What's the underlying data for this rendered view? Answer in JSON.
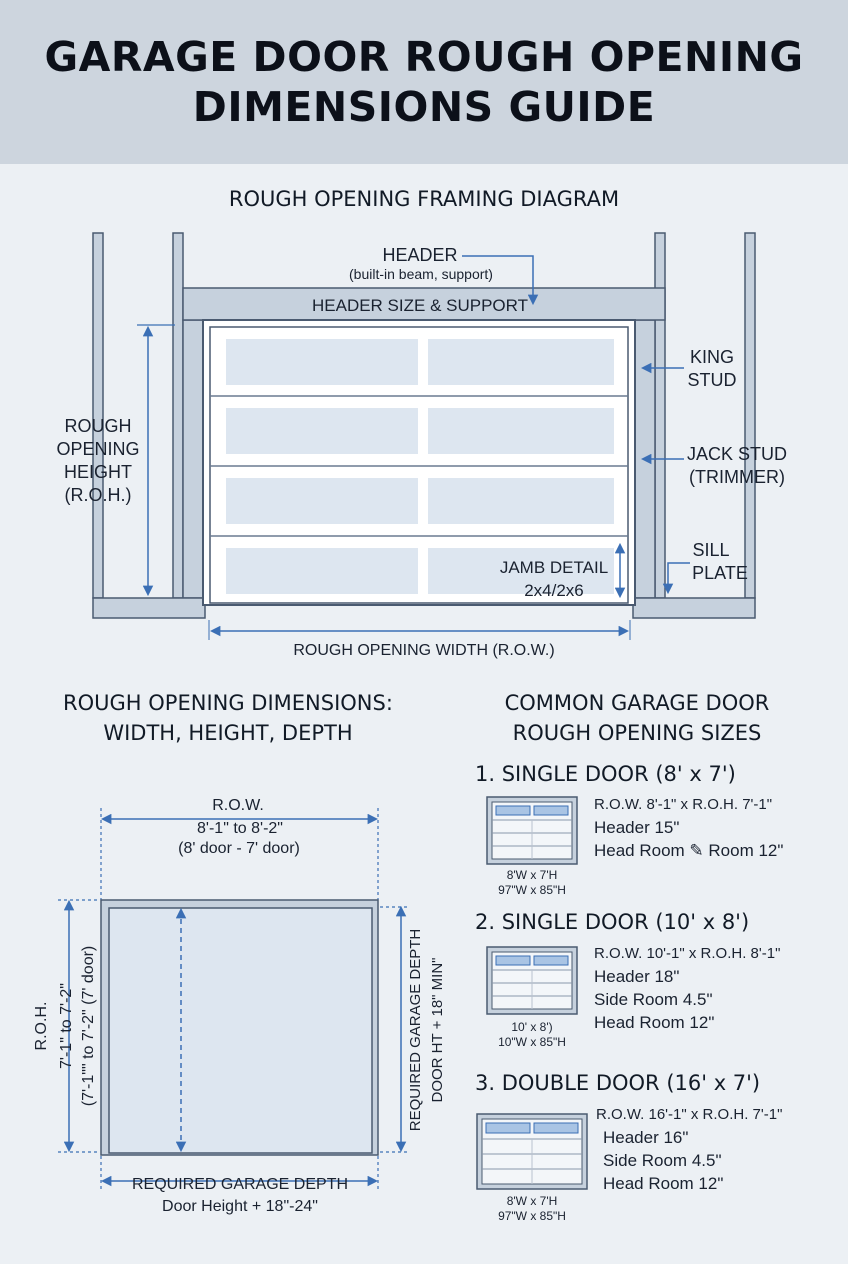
{
  "title_lines": [
    "GARAGE DOOR ROUGH OPENING",
    "DIMENSIONS GUIDE"
  ],
  "framing": {
    "heading": "ROUGH OPENING FRAMING DIAGRAM",
    "header_label": "HEADER",
    "header_sub": "(built-in beam, support)",
    "header_size": "HEADER SIZE & SUPPORT",
    "king_stud": [
      "KING",
      "STUD"
    ],
    "jack_stud": [
      "JACK STUD",
      "(TRIMMER)"
    ],
    "sill_plate": [
      "SILL",
      "PLATE"
    ],
    "jamb_detail": [
      "JAMB DETAIL",
      "2x4/2x6"
    ],
    "roh": [
      "ROUGH",
      "OPENING",
      "HEIGHT",
      "(R.O.H.)"
    ],
    "row": "ROUGH OPENING WIDTH (R.O.W.)"
  },
  "dimensions": {
    "heading_lines": [
      "ROUGH OPENING DIMENSIONS:",
      "WIDTH, HEIGHT, DEPTH"
    ],
    "row_lines": [
      "R.O.W.",
      "8'-1\" to 8'-2\"",
      "(8' door - 7' door)"
    ],
    "roh_lines": [
      "R.O.H.",
      "7'-1\" to 7'-2\"",
      "(7'-1\"\" to 7'-2\" (7' door)"
    ],
    "depth_side_lines": [
      "REQUIRED GARAGE DEPTH",
      "DOOR HT + 18\" MIN\""
    ],
    "depth_bottom_lines": [
      "REQUIRED GARAGE DEPTH",
      "Door Height + 18\"-24\""
    ]
  },
  "common": {
    "heading_lines": [
      "COMMON GARAGE DOOR",
      "ROUGH OPENING SIZES"
    ],
    "doors": [
      {
        "title": "1. SINGLE DOOR (8' x 7')",
        "specs": [
          "R.O.W. 8'-1\" x R.O.H. 7'-1\"",
          "Header 15\"",
          "Head Room ✎ Room 12\""
        ],
        "caption": [
          "8'W x 7'H",
          "97\"W x 85\"H"
        ]
      },
      {
        "title": "2. SINGLE DOOR (10' x 8')",
        "specs": [
          "R.O.W. 10'-1\" x R.O.H. 8'-1\"",
          "Header 18\"",
          "Side Room 4.5\"",
          "Head Room 12\""
        ],
        "caption": [
          "10' x 8')",
          "10\"W x 85\"H"
        ]
      },
      {
        "title": "3. DOUBLE DOOR (16' x 7')",
        "specs": [
          "R.O.W. 16'-1\" x R.O.H. 7'-1\"",
          "Header 16\"",
          "Side Room 4.5\"",
          "Head Room 12\""
        ],
        "caption": [
          "8'W x 7'H",
          "97\"W x 85\"H"
        ]
      }
    ]
  },
  "colors": {
    "frame_fill": "#c6d1dd",
    "frame_stroke": "#4a5a70",
    "panel_fill": "#dde6f0",
    "accent_blue": "#3b6fb5"
  }
}
